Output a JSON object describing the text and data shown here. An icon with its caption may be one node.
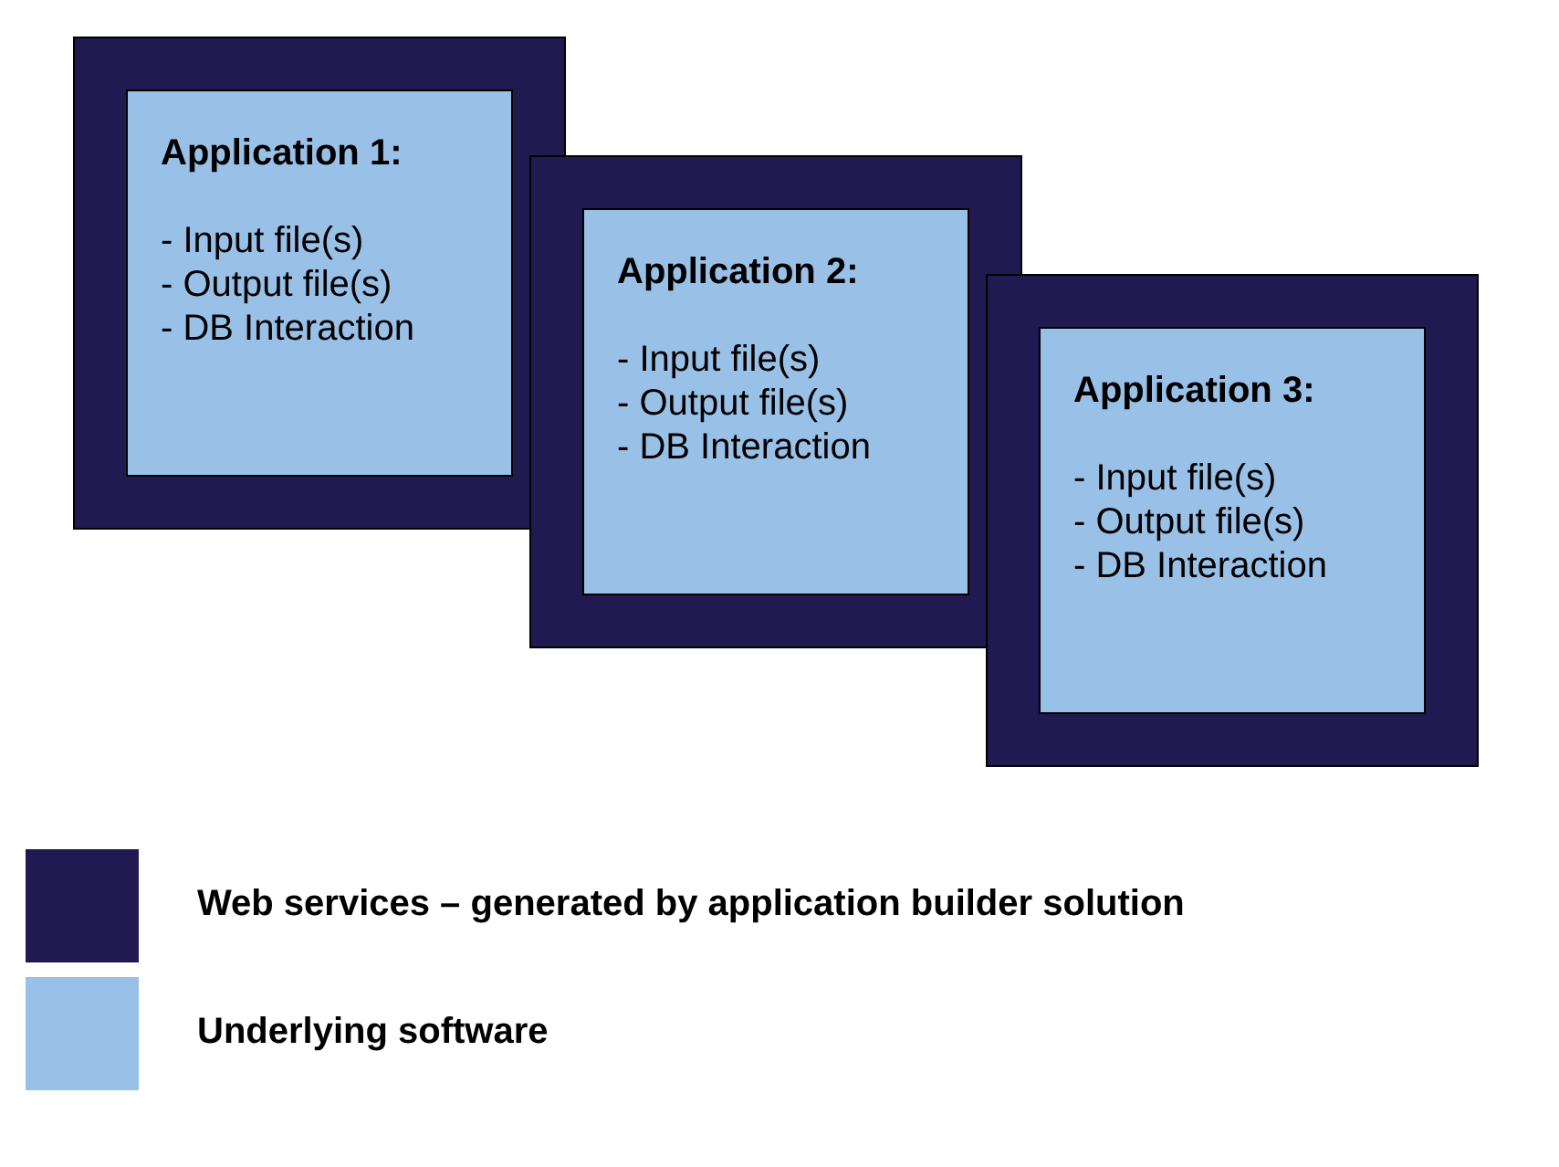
{
  "diagram": {
    "nodes": [
      {
        "text": [],
        "shape": "box"
      },
      {
        "text": [
          "Application 1:",
          "- Input file(s)",
          "- Output file(s)",
          "- DB Interaction"
        ],
        "in": 0
      },
      {
        "text": [],
        "shape": "box"
      },
      {
        "text": [
          "Application 2:",
          "- Input file(s)",
          "- Output file(s)",
          "- DB Interaction"
        ],
        "in": 2
      },
      {
        "text": [],
        "shape": "box"
      },
      {
        "text": [
          "Application 3:",
          "- Input file(s)",
          "- Output file(s)",
          "- DB Interaction"
        ],
        "in": 4
      }
    ],
    "legend": [
      {
        "text": "Web services – generated by application builder solution",
        "color": "#201a50"
      },
      {
        "text": "Underlying software",
        "color": "#99c0e6"
      }
    ]
  }
}
